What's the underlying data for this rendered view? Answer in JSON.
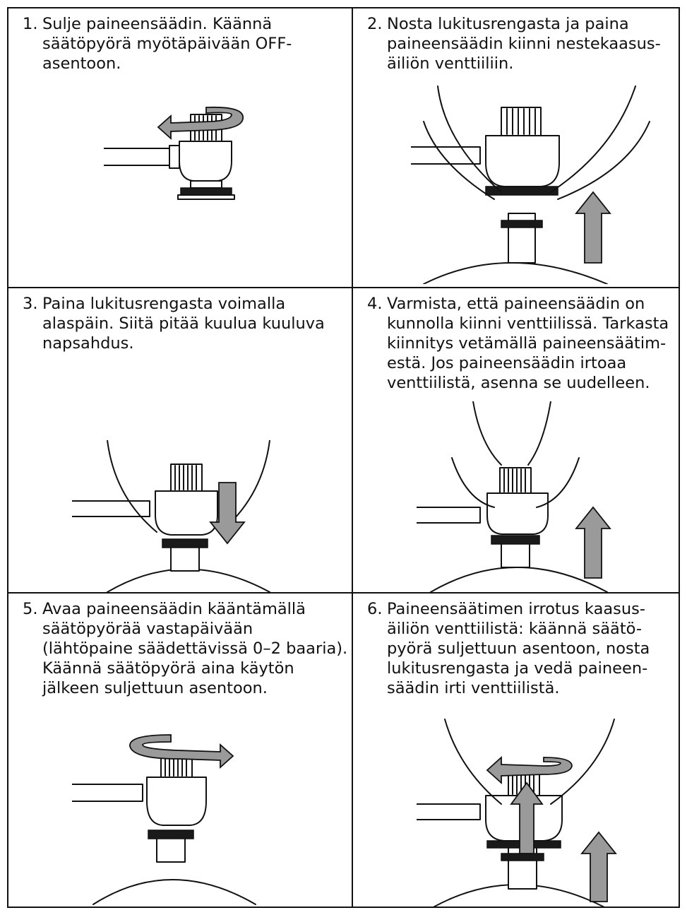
{
  "steps": [
    {
      "num": "1.",
      "lines": [
        "Sulje paineensäädin. Käännä",
        "säätöpyörä myötäpäivään OFF-",
        "asentoon."
      ]
    },
    {
      "num": "2.",
      "lines": [
        "Nosta lukitusrengasta ja paina",
        "paineensäädin kiinni nestekaasus-",
        "äiliön venttiiliin."
      ]
    },
    {
      "num": "3.",
      "lines": [
        "Paina lukitusrengasta voimalla",
        "alaspäin. Siitä pitää kuulua kuuluva",
        "napsahdus."
      ]
    },
    {
      "num": "4.",
      "lines": [
        "Varmista, että paineensäädin on",
        "kunnolla kiinni venttiilissä. Tarkasta",
        "kiinnitys vetämällä paineensäätim-",
        "estä. Jos paineensäädin irtoaa",
        "venttiilistä, asenna se uudelleen."
      ]
    },
    {
      "num": "5.",
      "lines": [
        "Avaa paineensäädin kääntämällä",
        "säätöpyörää vastapäivään",
        "(lähtöpaine säädettävissä 0–2 baaria).",
        "Käännä säätöpyörä aina käytön",
        "jälkeen suljettuun asentoon."
      ]
    },
    {
      "num": "6.",
      "lines": [
        "Paineensäätimen irrotus kaasus-",
        "äiliön venttiilistä: käännä säätö-",
        "pyörä suljettuun asentoon, nosta",
        "lukitusrengasta ja vedä paineen-",
        "säädin irti venttiilistä."
      ]
    }
  ],
  "colors": {
    "arrow_fill": "#9a9a9a",
    "ink": "#111111"
  }
}
